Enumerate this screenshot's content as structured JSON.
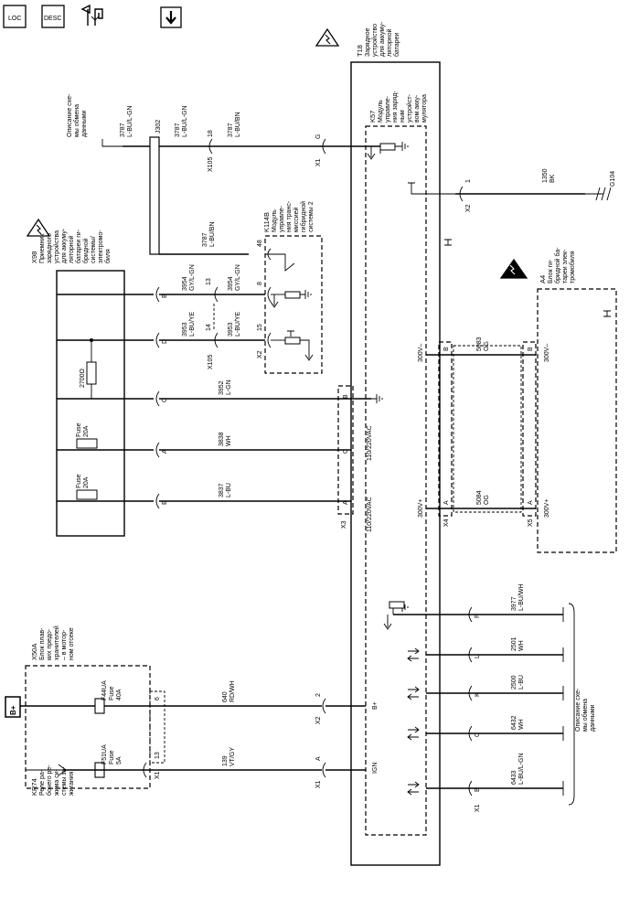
{
  "toolbar": {
    "loc_label": "LOC",
    "desc_label": "DESC",
    "b_plus": "B+"
  },
  "modules": {
    "t18": "T18",
    "t18_desc": "Зарядное устройство для аккумуляторной батареи",
    "k57": "K57",
    "k57_desc": "Модуль управления зарядным устройством аккумулятора",
    "x98": "X98",
    "x98_desc": "Приемник зарядного устройства для аккумуляторной батареи гибридной системы/электромобиля",
    "k114b": "K114B",
    "k114b_desc": "Модуль управления трансмиссией гибридной системы 2",
    "a4": "A4",
    "a4_desc": "Блок гибридной батареи электромобиля",
    "x50a": "X50A",
    "x50a_desc": "Блок плавких предохранителей – в моторном отсеке",
    "kr74": "KR74",
    "kr74_desc": "Реле рабочего режима системы зажигания",
    "j302": "J302",
    "g104": "G104"
  },
  "fuses": {
    "f44ua": "F44UA",
    "f44ua_type": "Fuse",
    "f44ua_rating": "40A",
    "f51ua": "F51UA",
    "f51ua_type": "Fuse",
    "f51ua_rating": "5A",
    "x98_fuse1_type": "Fuse",
    "x98_fuse1_rating": "20A",
    "x98_fuse2_type": "Fuse",
    "x98_fuse2_rating": "20A",
    "resistor": "2700Ω"
  },
  "wires": {
    "w3787a": "3787",
    "w3787a_color": "L-BU/L-GN",
    "w3787b": "3787",
    "w3787b_color": "L-BU/L-GN",
    "w3787c": "3787",
    "w3787c_color": "L-BU/BN",
    "w3787d": "3787",
    "w3787d_color": "L-BU/BN",
    "w1350": "1350",
    "w1350_color": "BK",
    "w3954a": "3954",
    "w3954a_color": "GY/L-GN",
    "w3954b": "3954",
    "w3954b_color": "GY/L-GN",
    "w3953a": "3953",
    "w3953a_color": "L-BU/YE",
    "w3953b": "3953",
    "w3953b_color": "L-BU/YE",
    "w3952": "3952",
    "w3952_color": "L-GN",
    "w3838": "3838",
    "w3838_color": "WH",
    "w3837": "3837",
    "w3837_color": "L-BU",
    "w5083": "5083",
    "w5083_color": "OG",
    "w5084": "5084",
    "w5084_color": "OG",
    "w640": "640",
    "w640_color": "RD/WH",
    "w139": "139",
    "w139_color": "VT/GY",
    "w3977": "3977",
    "w3977_color": "L-BU/WH",
    "w2501": "2501",
    "w2501_color": "WH",
    "w2500": "2500",
    "w2500_color": "L-BU",
    "w6432": "6432",
    "w6432_color": "WH",
    "w6433": "6433",
    "w6433_color": "L-BU/L-GN"
  },
  "connectors": {
    "x105": "X105",
    "x1": "X1",
    "x2": "X2",
    "x3": "X3",
    "x4": "X4",
    "x5": "X5"
  },
  "pins": {
    "p18": "18",
    "pG": "G",
    "p1": "1",
    "p48": "48",
    "pB": "B",
    "p13": "13",
    "p8": "8",
    "pD": "D",
    "p14": "14",
    "p15": "15",
    "pC": "C",
    "pA": "A",
    "pE": "E",
    "p6": "6",
    "p2": "2",
    "pF": "F",
    "pL": "L",
    "pK": "K",
    "p13b": "13"
  },
  "labels": {
    "data_desc_top": "Описание схемы обмена данными",
    "data_desc_bottom": "Описание схемы обмена данными",
    "ac1": "110/220VAC",
    "ac2": "110/220VAC",
    "v300m1": "300V–",
    "v300m2": "300V–",
    "v300p1": "300V+",
    "v300p2": "300V+",
    "b_plus_pin": "B+",
    "ign": "IGN"
  }
}
